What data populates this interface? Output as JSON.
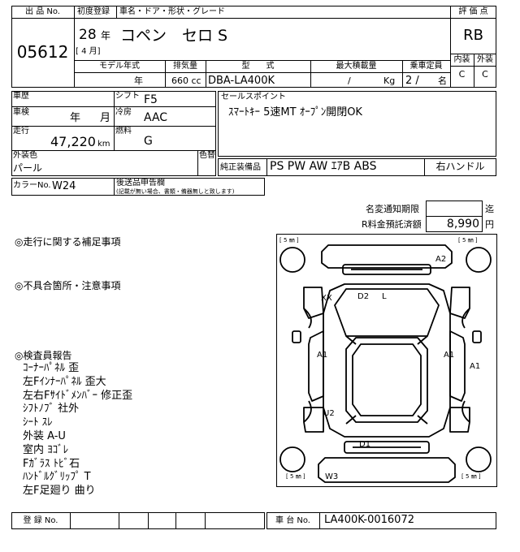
{
  "header": {
    "lot_label": "出 品 No.",
    "lot_no": "05612",
    "reg_label": "初度登録",
    "reg_year": "28",
    "year_char": "年",
    "reg_month": "[ 4 月]",
    "name_label": "車名・ドア・形状・グレード",
    "car_name": "コペン　セロ S",
    "model_year_label": "モデル年式",
    "model_year_unit": "年",
    "displacement_label": "排気量",
    "displacement": "660 cc",
    "type_label": "型　　式",
    "type_value": "DBA-LA400K",
    "load_label": "最大積載量",
    "load_slash": "/",
    "load_unit": "Kg",
    "seats_label": "乗車定員",
    "seats_value": "2 /",
    "seats_unit": "名",
    "grade_label": "評 価 点",
    "grade": "RB",
    "interior_label": "内装",
    "exterior_label": "外装",
    "interior_grade": "C",
    "exterior_grade": "C"
  },
  "details": {
    "history_label": "車歴",
    "shift_label": "シフト",
    "shift": "F5",
    "inspection_label": "車検",
    "inspection_year": "年",
    "inspection_month": "月",
    "ac_label": "冷房",
    "ac": "AAC",
    "mileage_label": "走行",
    "mileage": "47,220",
    "mileage_unit": "km",
    "fuel_label": "燃料",
    "fuel": "G",
    "color_label": "外装色",
    "color": "パール",
    "recolor_label": "色替",
    "color_no_label": "カラーNo.",
    "color_no": "W24",
    "aftermarket_label": "後送品申告欄",
    "aftermarket_note": "(記載が無い場合、書類・備器無しと致します)",
    "sales_label": "セールスポイント",
    "sales_text": "ｽﾏｰﾄｷｰ 5速MT ｵｰﾌﾟﾝ開閉OK",
    "equipment_label": "純正装備品",
    "equipment": "PS PW AW ｴｱB ABS",
    "handle": "右ハンドル"
  },
  "fees": {
    "notice_label": "名変通知期限",
    "notice_value": "",
    "notice_unit": "迄",
    "recycle_label": "R料金預託済額",
    "recycle_value": "8,990",
    "recycle_unit": "円"
  },
  "notes": {
    "driving_heading": "◎走行に関する補足事項",
    "defects_heading": "◎不具合箇所・注意事項",
    "inspector_heading": "◎検査員報告",
    "inspector_items": [
      "ｺｰﾅｰﾊﾟﾈﾙ 歪",
      "左Fｲﾝﾅｰﾊﾟﾈﾙ 歪大",
      "左右Fｻｲﾄﾞﾒﾝﾊﾞｰ 修正歪",
      "ｼﾌﾄﾉﾌﾞ 社外",
      "ｼｰﾄ ｽﾚ",
      "外装 A-U",
      "室内 ﾖｺﾞﾚ",
      "Fｶﾞﾗｽ ﾄﾋﾞ石",
      "ﾊﾝﾄﾞﾙｸﾞﾘｯﾌﾟ T",
      "左F足廻り 曲り"
    ]
  },
  "diagram": {
    "tire_fl": "[ 5 ㎜ ]",
    "tire_fr": "[ 5 ㎜ ]",
    "tire_rl": "[ 5 ㎜ ]",
    "tire_rr": "[ 5 ㎜ ]",
    "marks": {
      "a2": "A2",
      "xx": "XX",
      "d2": "D2",
      "l": "L",
      "a1_left": "A1",
      "a1_right": "A1",
      "a1_side": "A1",
      "u2": "U2",
      "d1": "D1",
      "w3": "W3"
    }
  },
  "footer": {
    "reg_no_label": "登 録 No.",
    "chassis_label": "車 台 No.",
    "chassis_no": "LA400K-0016072"
  }
}
